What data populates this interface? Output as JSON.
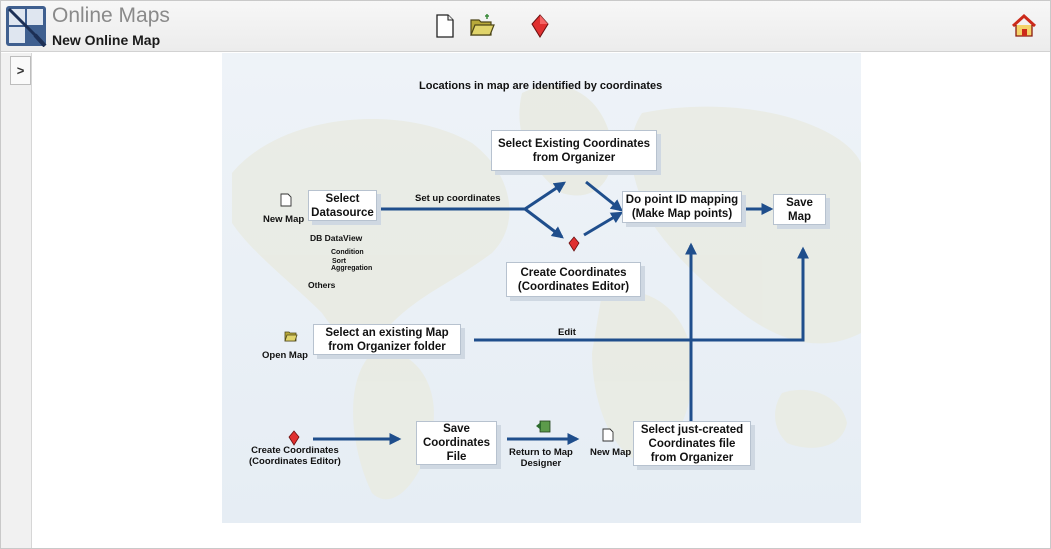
{
  "header": {
    "app_title": "Online Maps",
    "page_title": "New Online Map"
  },
  "sidebar": {
    "expand_label": ">"
  },
  "diagram": {
    "title": "Locations in map are identified by coordinates",
    "boxes": {
      "select_existing": "Select Existing Coordinates\nfrom Organizer",
      "select_datasource": "Select\nDatasource",
      "do_mapping": "Do point ID mapping\n(Make Map points)",
      "save_map": "Save\nMap",
      "create_coords": "Create Coordinates\n(Coordinates Editor)",
      "select_existing_map": "Select an existing Map\nfrom Organizer folder",
      "save_coords_file": "Save\nCoordinates\nFile",
      "select_just_created": "Select just-created\nCoordinates file\nfrom Organizer"
    },
    "labels": {
      "new_map": "New Map",
      "set_up": "Set up coordinates",
      "db_dataview": "DB DataView",
      "condition": "Condition",
      "sort": "Sort",
      "aggregation": "Aggregation",
      "others": "Others",
      "open_map": "Open  Map",
      "edit": "Edit",
      "create_coords_label": "Create Coordinates\n(Coordinates Editor)",
      "return_designer": "Return to Map\nDesigner",
      "new_map_2": "New Map"
    }
  },
  "colors": {
    "arrow": "#1f4e8c",
    "header_bg": "#f0f0f0",
    "pin_red": "#e03030",
    "home_red": "#cc2a1a"
  }
}
